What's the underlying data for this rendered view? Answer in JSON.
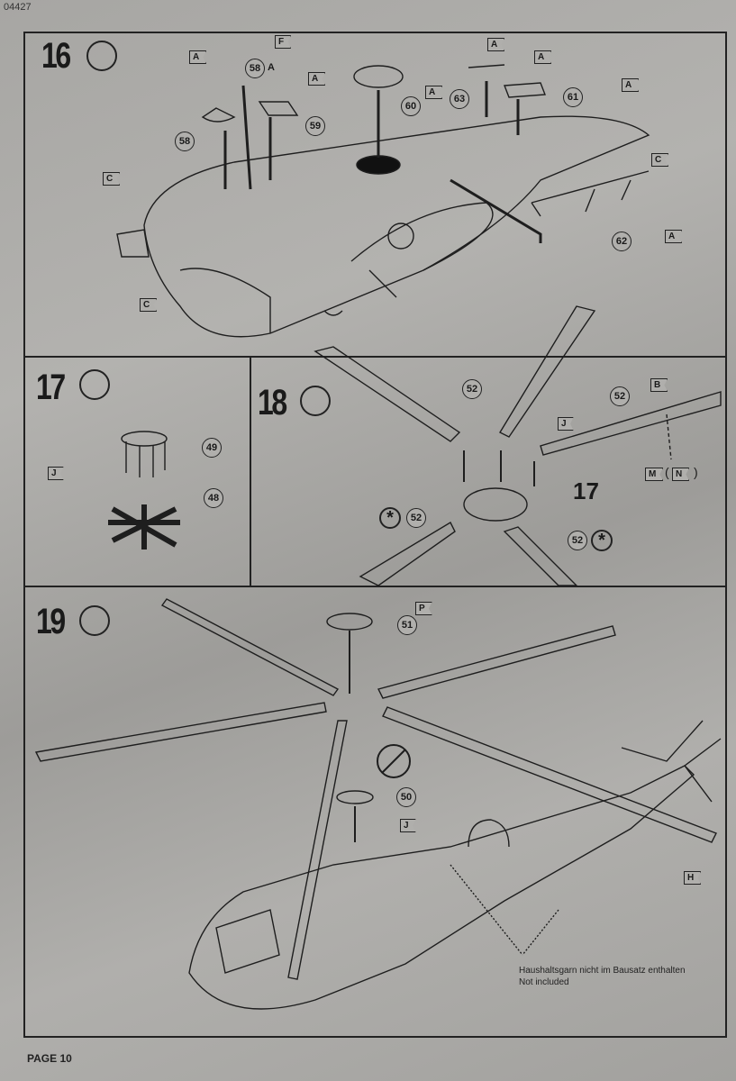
{
  "header": {
    "doc_id": "04427"
  },
  "footer": {
    "page": "PAGE 10"
  },
  "steps": {
    "s16": {
      "number": "16",
      "icon": "glue-icon",
      "flags": [
        "A",
        "F",
        "A",
        "A",
        "A",
        "A",
        "A",
        "C",
        "C",
        "A",
        "C"
      ],
      "parts": [
        "58",
        "58",
        "59",
        "60",
        "63",
        "61",
        "62"
      ],
      "part_suffix": "A"
    },
    "s17": {
      "number": "17",
      "icon": "glue-icon",
      "flags": [
        "J"
      ],
      "parts": [
        "49",
        "48"
      ]
    },
    "s18": {
      "number": "18",
      "icon": "glue-icon",
      "flags": [
        "B",
        "J",
        "M",
        "N"
      ],
      "parts": [
        "52",
        "52",
        "52",
        "52"
      ],
      "subassembly": "17",
      "paren_open": "(",
      "paren_close": ")",
      "asterisk": "*"
    },
    "s19": {
      "number": "19",
      "icon": "glue-icon",
      "no_glue_icon": "no-glue-icon",
      "flags": [
        "P",
        "J",
        "H"
      ],
      "parts": [
        "51",
        "50"
      ],
      "note_de": "Haushaltsgarn nicht im Bausatz enthalten",
      "note_en": "Not included"
    }
  }
}
